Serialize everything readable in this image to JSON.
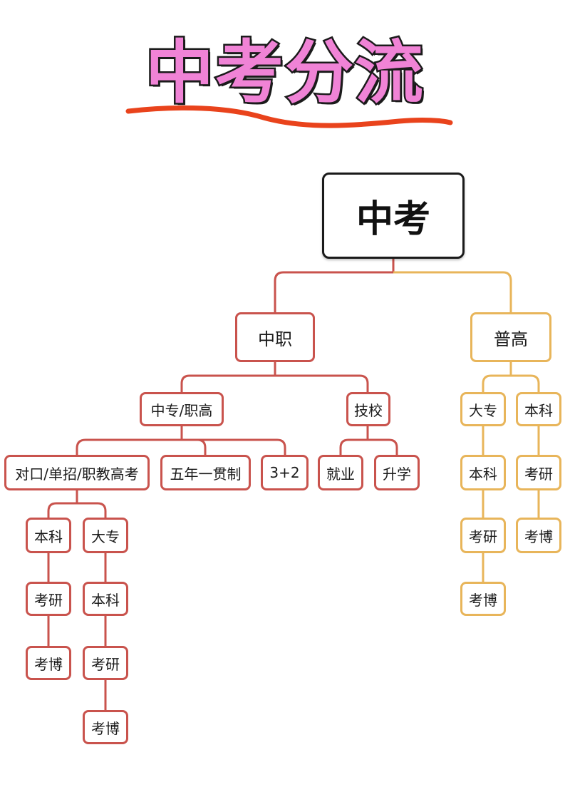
{
  "title": "中考分流",
  "colors": {
    "title_fill": "#f083d6",
    "underline": "#e9431c",
    "vocational_branch": "#c9534d",
    "academic_branch": "#e8b55a"
  },
  "tree": {
    "root": "中考",
    "vocational": {
      "label": "中职",
      "zhongzhuan": {
        "label": "中专/职高",
        "duikou": {
          "label": "对口/单招/职教高考",
          "benke": [
            "本科",
            "考研",
            "考博"
          ],
          "dazhuan": [
            "大专",
            "本科",
            "考研",
            "考博"
          ]
        },
        "wunian": "五年一贯制",
        "sanjiaer": "3+2"
      },
      "jixiao": {
        "label": "技校",
        "jiuye": "就业",
        "shengxue": "升学"
      }
    },
    "academic": {
      "label": "普高",
      "dazhuan": [
        "大专",
        "本科",
        "考研",
        "考博"
      ],
      "benke": [
        "本科",
        "考研",
        "考博"
      ]
    }
  }
}
